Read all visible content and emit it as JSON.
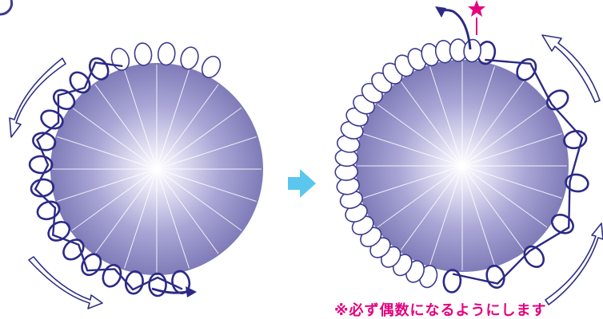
{
  "diagram": {
    "note_text": "※必ず偶数になるようにします",
    "colors": {
      "loop_dark": "#2c2a86",
      "loop_outline": "#3b3a8f",
      "arrow_outline": "#2e2f84",
      "accent_pink": "#e6007e",
      "transition_arrow": "#5bc6ee",
      "disc_center": "#ffffff",
      "disc_edge": "#7e7bb8",
      "spoke": "#ffffff"
    },
    "left_wreath": {
      "loops_total": 20,
      "loops_outlined": 5,
      "loops_stitched": 15
    },
    "right_wreath": {
      "loops_total": 34,
      "loops_outlined": 25,
      "loops_stitched": 9
    },
    "marker_icon": "star-icon",
    "transition_icon": "right-arrow-icon"
  }
}
